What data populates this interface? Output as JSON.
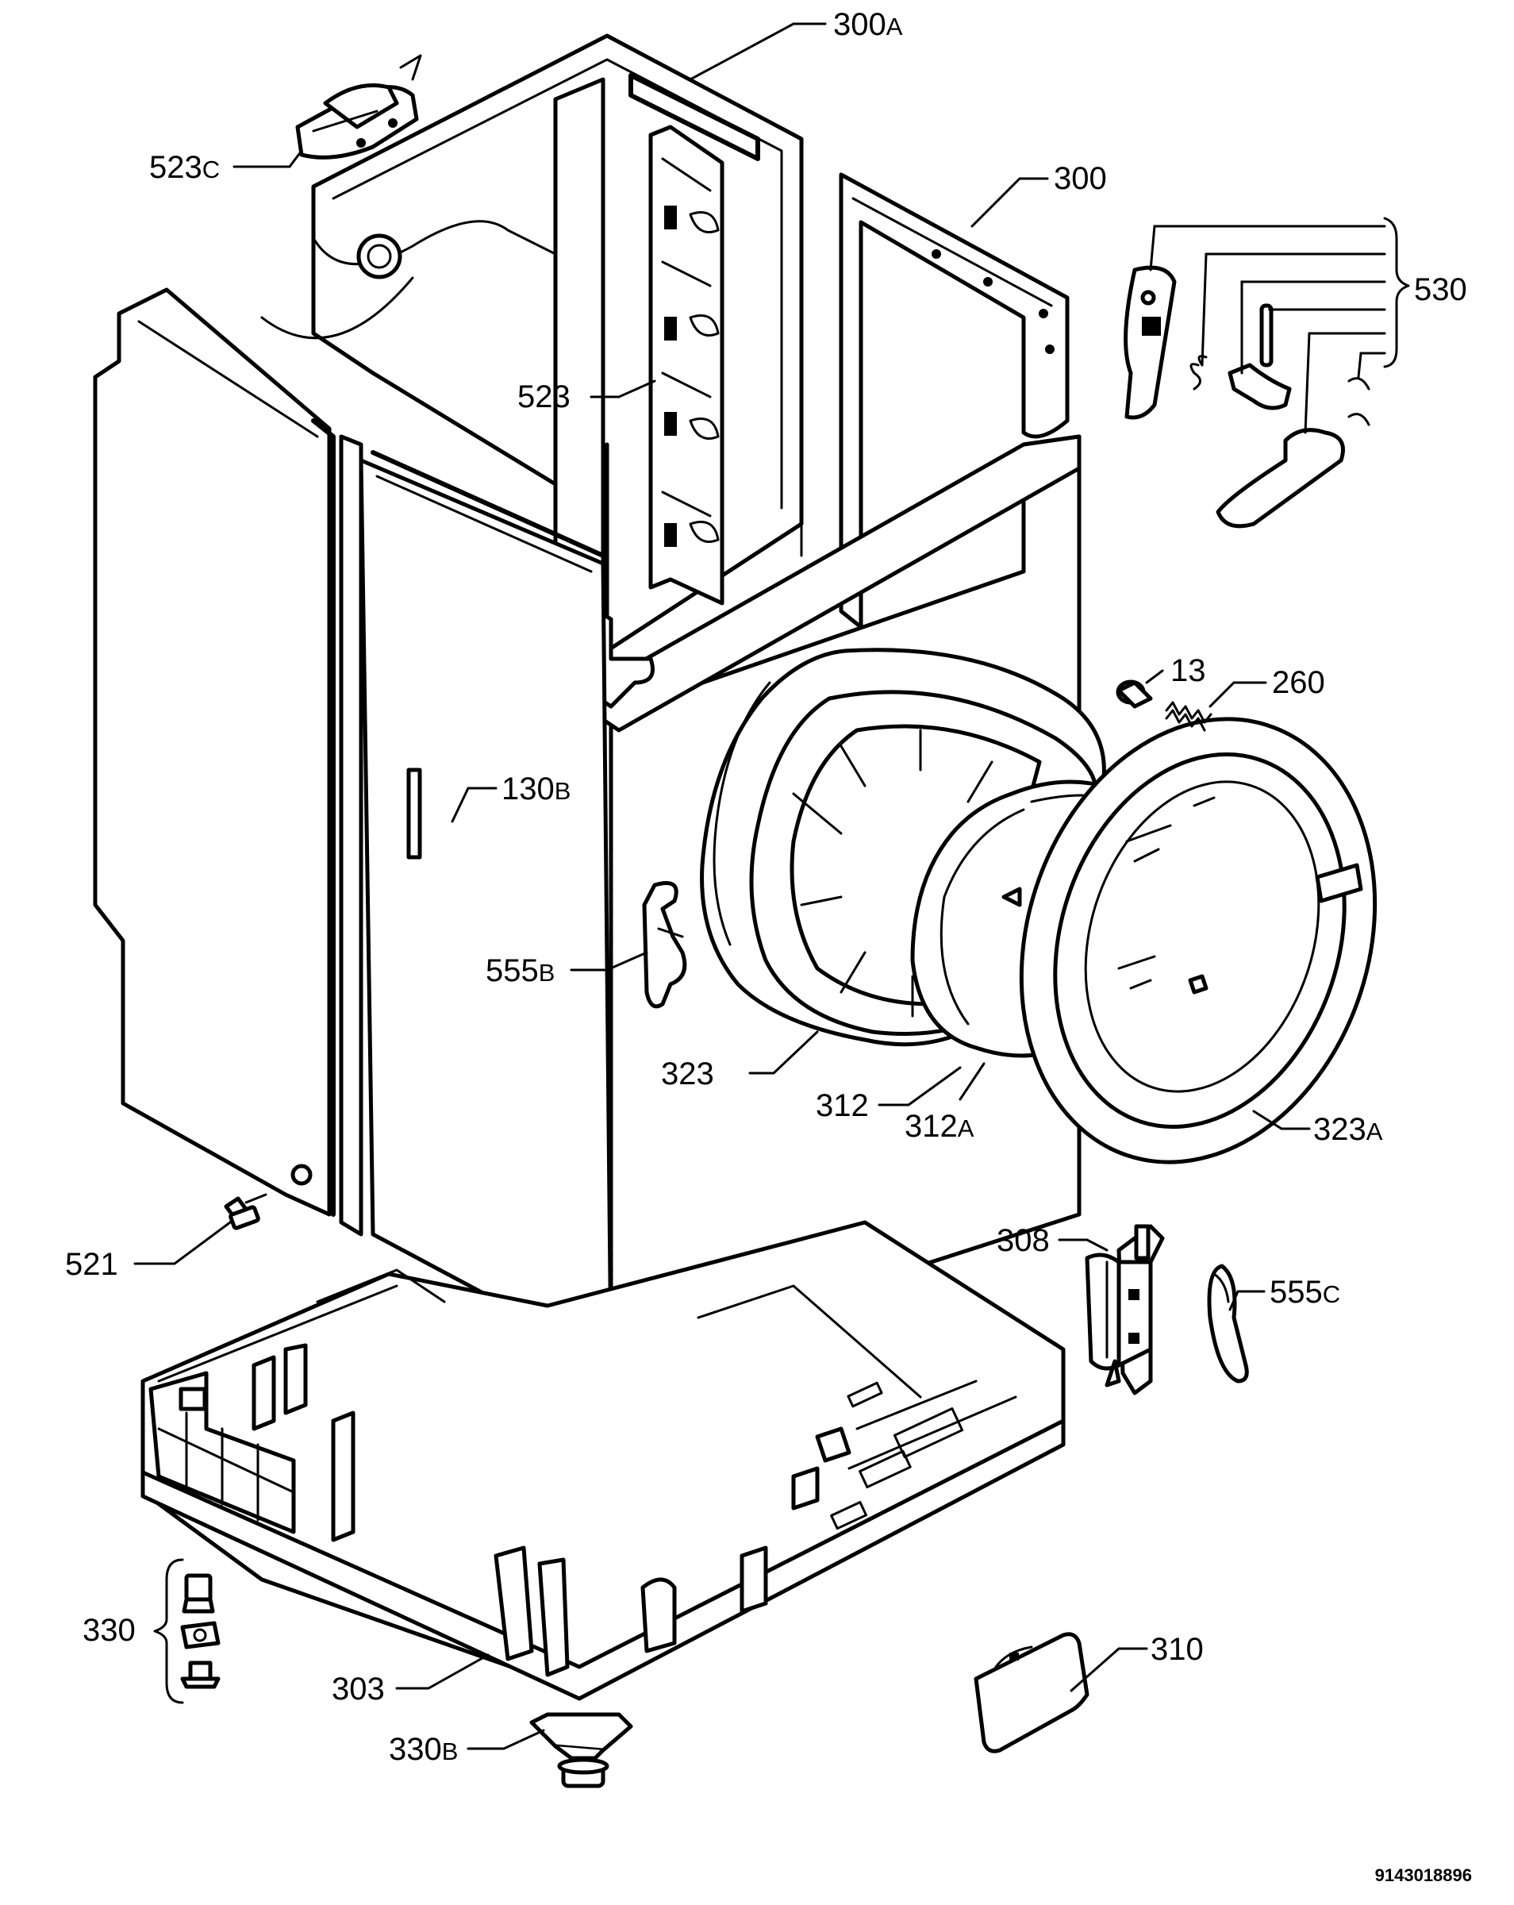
{
  "diagram": {
    "labels": [
      {
        "id": "300a",
        "num": "300",
        "suffix": "A"
      },
      {
        "id": "300",
        "num": "300",
        "suffix": ""
      },
      {
        "id": "523c",
        "num": "523",
        "suffix": "C"
      },
      {
        "id": "530",
        "num": "530",
        "suffix": ""
      },
      {
        "id": "523",
        "num": "523",
        "suffix": ""
      },
      {
        "id": "13",
        "num": "13",
        "suffix": ""
      },
      {
        "id": "260",
        "num": "260",
        "suffix": ""
      },
      {
        "id": "130b",
        "num": "130",
        "suffix": "B"
      },
      {
        "id": "555b",
        "num": "555",
        "suffix": "B"
      },
      {
        "id": "323",
        "num": "323",
        "suffix": ""
      },
      {
        "id": "312",
        "num": "312",
        "suffix": ""
      },
      {
        "id": "312a",
        "num": "312",
        "suffix": "A"
      },
      {
        "id": "323a",
        "num": "323",
        "suffix": "A"
      },
      {
        "id": "521",
        "num": "521",
        "suffix": ""
      },
      {
        "id": "308",
        "num": "308",
        "suffix": ""
      },
      {
        "id": "555c",
        "num": "555",
        "suffix": "C"
      },
      {
        "id": "330",
        "num": "330",
        "suffix": ""
      },
      {
        "id": "310",
        "num": "310",
        "suffix": ""
      },
      {
        "id": "303",
        "num": "303",
        "suffix": ""
      },
      {
        "id": "330b",
        "num": "330",
        "suffix": "B"
      }
    ],
    "document_number": "9143018896"
  }
}
